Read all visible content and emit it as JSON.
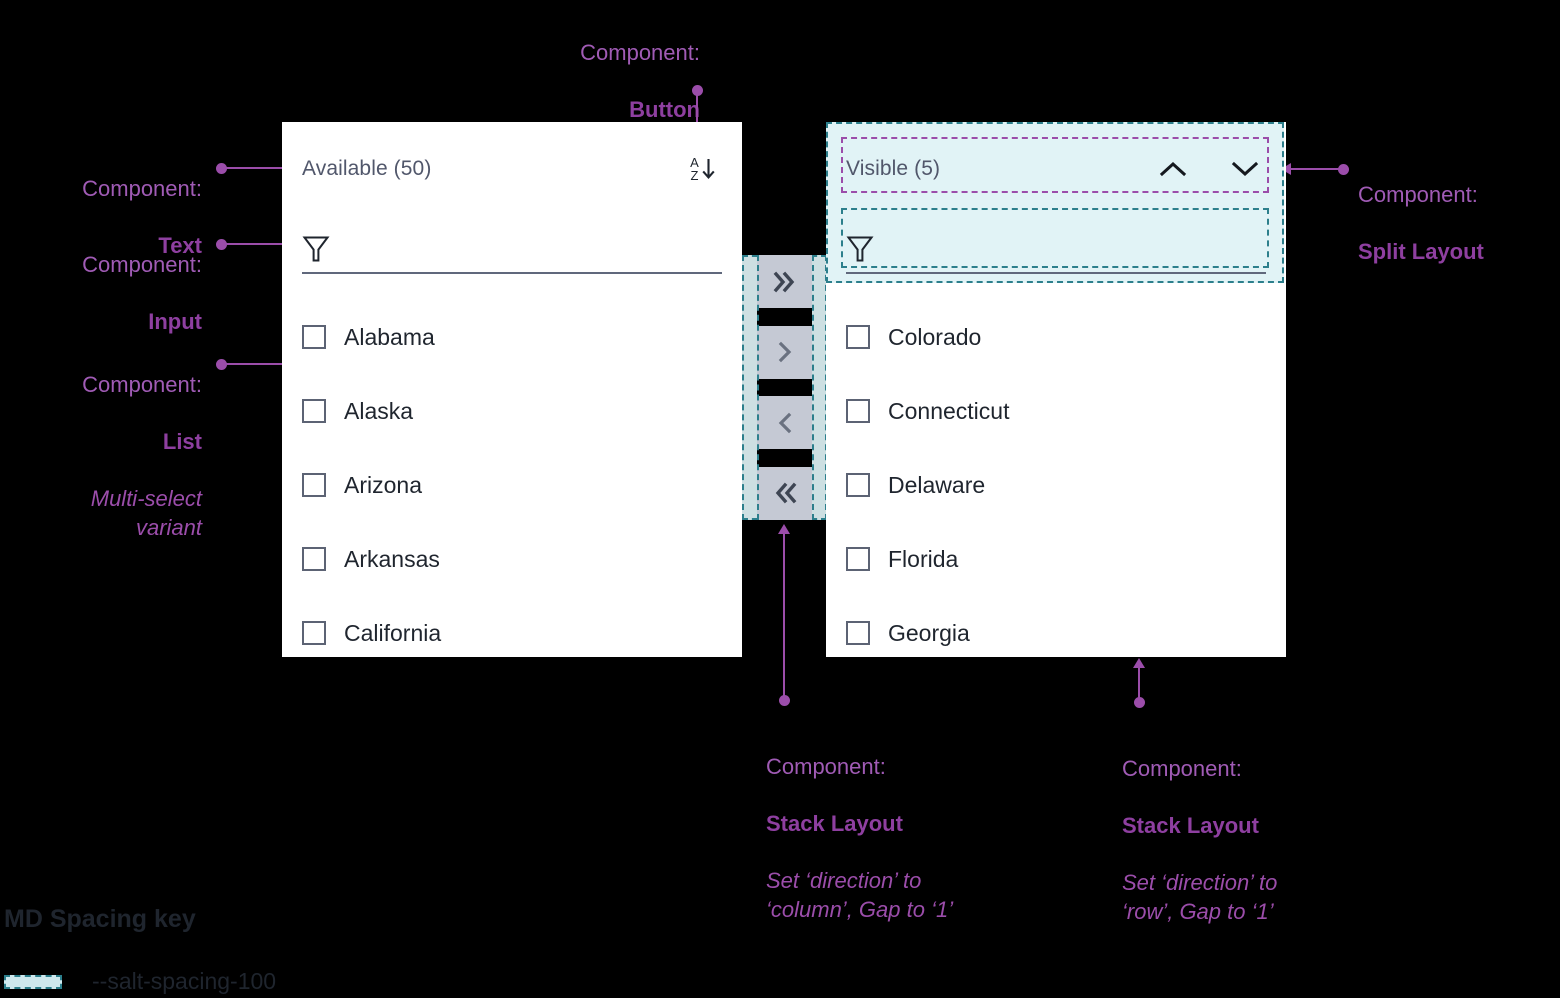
{
  "available_panel": {
    "title": "Available (50)",
    "sort_button": {
      "icon": "sort-az-descending-icon",
      "letter_top": "A",
      "letter_bottom": "Z",
      "arrow": "↓"
    },
    "filter": {
      "icon": "filter-funnel-icon",
      "value": "",
      "placeholder": ""
    },
    "items": [
      {
        "label": "Alabama",
        "checked": false
      },
      {
        "label": "Alaska",
        "checked": false
      },
      {
        "label": "Arizona",
        "checked": false
      },
      {
        "label": "Arkansas",
        "checked": false
      },
      {
        "label": "California",
        "checked": false
      }
    ]
  },
  "visible_panel": {
    "title": "Visible (5)",
    "move_up_button": {
      "icon": "chevron-up-icon",
      "glyph": "∧"
    },
    "move_down_button": {
      "icon": "chevron-down-icon",
      "glyph": "∨"
    },
    "filter": {
      "icon": "filter-funnel-icon",
      "value": "",
      "placeholder": ""
    },
    "items": [
      {
        "label": "Colorado",
        "checked": false
      },
      {
        "label": "Connecticut",
        "checked": false
      },
      {
        "label": "Delaware",
        "checked": false
      },
      {
        "label": "Florida",
        "checked": false
      },
      {
        "label": "Georgia",
        "checked": false
      }
    ]
  },
  "transfer_buttons": [
    {
      "name": "move-all-right-button",
      "icon": "double-chevron-right-icon",
      "glyph": "»"
    },
    {
      "name": "move-right-button",
      "icon": "chevron-right-icon",
      "glyph": "›"
    },
    {
      "name": "move-left-button",
      "icon": "chevron-left-icon",
      "glyph": "‹"
    },
    {
      "name": "move-all-left-button",
      "icon": "double-chevron-left-icon",
      "glyph": "«"
    }
  ],
  "annotations": {
    "button": {
      "lead": "Component:",
      "name": "Button",
      "sub": ""
    },
    "text": {
      "lead": "Component:",
      "name": "Text",
      "sub": ""
    },
    "input": {
      "lead": "Component:",
      "name": "Input",
      "sub": ""
    },
    "list": {
      "lead": "Component:",
      "name": "List",
      "sub": "Multi-select\nvariant"
    },
    "split_layout": {
      "lead": "Component:",
      "name": "Split Layout",
      "sub": ""
    },
    "stack_column": {
      "lead": "Component:",
      "name": "Stack Layout",
      "sub": "Set ‘direction’ to\n‘column’, Gap to ‘1’"
    },
    "stack_row": {
      "lead": "Component:",
      "name": "Stack Layout",
      "sub": "Set ‘direction’ to\n‘row’, Gap to ‘1’"
    }
  },
  "spacing_key": {
    "title": "MD Spacing key",
    "token": "--salt-spacing-100"
  },
  "colors": {
    "annotation": "#9B4DAA",
    "annotation_bold": "#8E3FA0",
    "spacing_teal_border": "#2C7F8C",
    "spacing_teal_fill": "#DEF2F5",
    "panel_bg": "#FFFFFF",
    "button_bg": "#C5C9D4",
    "background": "#000000",
    "title_text": "#51576B",
    "item_text": "#1F252E"
  }
}
